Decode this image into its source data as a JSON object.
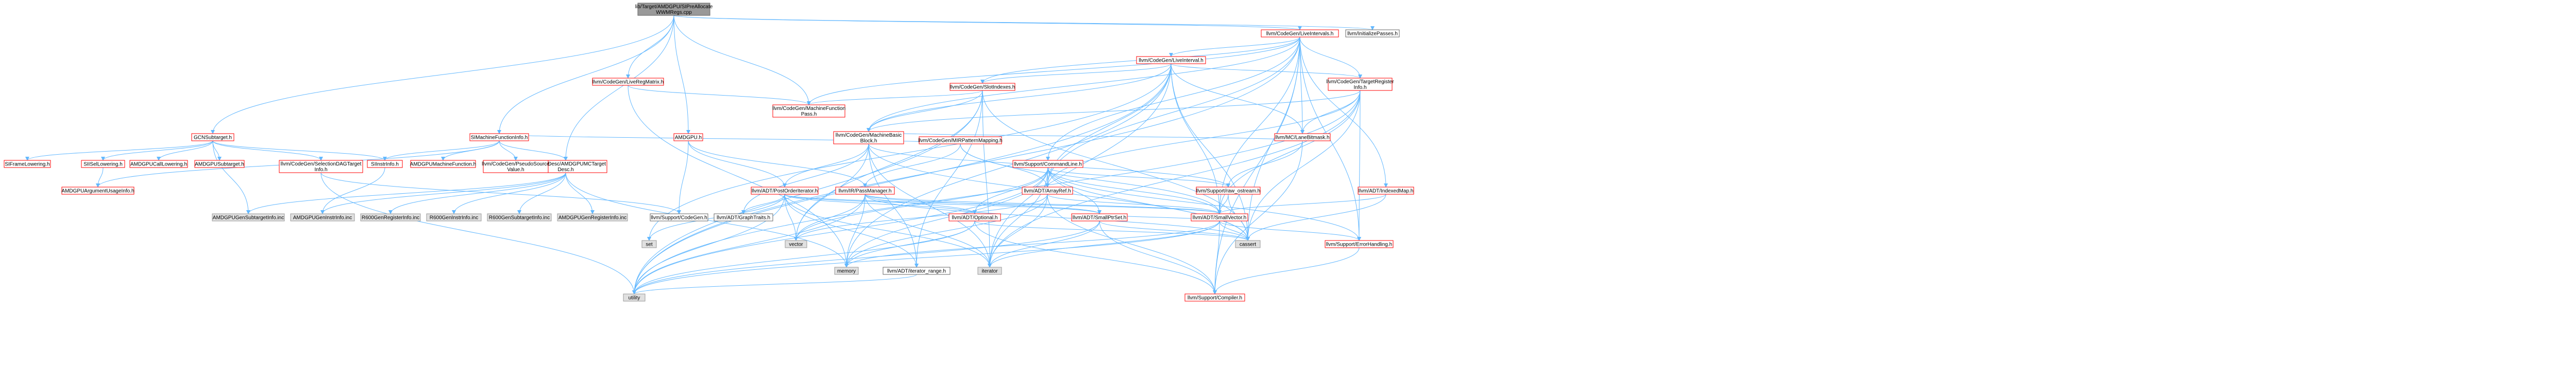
{
  "colors": {
    "root_fill": "#999999",
    "root_stroke": "#666666",
    "normal_fill": "#ffffff",
    "normal_stroke": "#ff0000",
    "leaf_fill": "#e0e0e0",
    "leaf_stroke": "#999999",
    "plain_fill": "#ffffff",
    "plain_stroke": "#666666",
    "text": "#000000",
    "edge": "#63b8ff"
  },
  "nodes": [
    {
      "id": "root",
      "lines": [
        "lib/Target/AMDGPU/SIPreAllocate",
        "WWMRegs.cpp"
      ],
      "kind": "root"
    },
    {
      "id": "gcn",
      "lines": [
        "GCNSubtarget.h"
      ],
      "kind": "normal"
    },
    {
      "id": "simfi",
      "lines": [
        "SIMachineFunctionInfo.h"
      ],
      "kind": "normal"
    },
    {
      "id": "amdgpuh",
      "lines": [
        "AMDGPU.h"
      ],
      "kind": "normal"
    },
    {
      "id": "mctd",
      "lines": [
        "MCTargetDesc/AMDGPUMCTarget",
        "Desc.h"
      ],
      "kind": "normal"
    },
    {
      "id": "lrm",
      "lines": [
        "llvm/CodeGen/LiveRegMatrix.h"
      ],
      "kind": "normal"
    },
    {
      "id": "lis",
      "lines": [
        "llvm/CodeGen/LiveIntervals.h"
      ],
      "kind": "normal"
    },
    {
      "id": "initpasses",
      "lines": [
        "llvm/InitializePasses.h"
      ],
      "kind": "plain"
    },
    {
      "id": "sifl",
      "lines": [
        "SIFrameLowering.h"
      ],
      "kind": "normal"
    },
    {
      "id": "sisl",
      "lines": [
        "SIISelLowering.h"
      ],
      "kind": "normal"
    },
    {
      "id": "amdcl",
      "lines": [
        "AMDGPUCallLowering.h"
      ],
      "kind": "normal"
    },
    {
      "id": "amdst",
      "lines": [
        "AMDGPUSubtarget.h"
      ],
      "kind": "normal"
    },
    {
      "id": "cgsdag",
      "lines": [
        "llvm/CodeGen/SelectionDAGTarget",
        "Info.h"
      ],
      "kind": "normal"
    },
    {
      "id": "siinstr",
      "lines": [
        "SIInstrInfo.h"
      ],
      "kind": "normal"
    },
    {
      "id": "amdmfi",
      "lines": [
        "AMDGPUMachineFunction.h"
      ],
      "kind": "normal"
    },
    {
      "id": "cgpsv",
      "lines": [
        "llvm/CodeGen/PseudoSource",
        "Value.h"
      ],
      "kind": "normal"
    },
    {
      "id": "amdaui",
      "lines": [
        "AMDGPUArgumentUsageInfo.h"
      ],
      "kind": "normal"
    },
    {
      "id": "gensub",
      "lines": [
        "AMDGPUGenSubtargetInfo.inc"
      ],
      "kind": "leaf"
    },
    {
      "id": "geninstr",
      "lines": [
        "AMDGPUGenInstrInfo.inc"
      ],
      "kind": "leaf"
    },
    {
      "id": "r6reg",
      "lines": [
        "R600GenRegisterInfo.inc"
      ],
      "kind": "leaf"
    },
    {
      "id": "r6instr",
      "lines": [
        "R600GenInstrInfo.inc"
      ],
      "kind": "leaf"
    },
    {
      "id": "r6sub",
      "lines": [
        "R600GenSubtargetInfo.inc"
      ],
      "kind": "leaf"
    },
    {
      "id": "genreg",
      "lines": [
        "AMDGPUGenRegisterInfo.inc"
      ],
      "kind": "leaf"
    },
    {
      "id": "supcg",
      "lines": [
        "llvm/Support/CodeGen.h"
      ],
      "kind": "plain"
    },
    {
      "id": "mfpass",
      "lines": [
        "llvm/CodeGen/MachineFunction",
        "Pass.h"
      ],
      "kind": "normal"
    },
    {
      "id": "li",
      "lines": [
        "llvm/CodeGen/LiveInterval.h"
      ],
      "kind": "normal"
    },
    {
      "id": "slot",
      "lines": [
        "llvm/CodeGen/SlotIndexes.h"
      ],
      "kind": "normal"
    },
    {
      "id": "mbb",
      "lines": [
        "llvm/CodeGen/MachineBasic",
        "Block.h"
      ],
      "kind": "normal"
    },
    {
      "id": "tri",
      "lines": [
        "llvm/CodeGen/TargetRegister",
        "Info.h"
      ],
      "kind": "normal"
    },
    {
      "id": "cmdline",
      "lines": [
        "llvm/Support/CommandLine.h"
      ],
      "kind": "normal"
    },
    {
      "id": "mirpm",
      "lines": [
        "llvm/CodeGen/MIRPatternMapping.h"
      ],
      "kind": "normal"
    },
    {
      "id": "lanebm",
      "lines": [
        "llvm/MC/LaneBitmask.h"
      ],
      "kind": "normal"
    },
    {
      "id": "idxmap",
      "lines": [
        "llvm/ADT/IndexedMap.h"
      ],
      "kind": "normal"
    },
    {
      "id": "poi",
      "lines": [
        "llvm/ADT/PostOrderIterator.h"
      ],
      "kind": "normal"
    },
    {
      "id": "pm",
      "lines": [
        "llvm/IR/PassManager.h"
      ],
      "kind": "normal"
    },
    {
      "id": "arrref",
      "lines": [
        "llvm/ADT/ArrayRef.h"
      ],
      "kind": "normal"
    },
    {
      "id": "rawos",
      "lines": [
        "llvm/Support/raw_ostream.h"
      ],
      "kind": "normal"
    },
    {
      "id": "gtraits",
      "lines": [
        "llvm/ADT/GraphTraits.h"
      ],
      "kind": "plain"
    },
    {
      "id": "opt",
      "lines": [
        "llvm/ADT/Optional.h"
      ],
      "kind": "normal"
    },
    {
      "id": "sps",
      "lines": [
        "llvm/ADT/SmallPtrSet.h"
      ],
      "kind": "normal"
    },
    {
      "id": "sv",
      "lines": [
        "llvm/ADT/SmallVector.h"
      ],
      "kind": "normal"
    },
    {
      "id": "errh",
      "lines": [
        "llvm/Support/ErrorHandling.h"
      ],
      "kind": "normal"
    },
    {
      "id": "set",
      "lines": [
        "set"
      ],
      "kind": "leaf"
    },
    {
      "id": "vector",
      "lines": [
        "vector"
      ],
      "kind": "leaf"
    },
    {
      "id": "memory",
      "lines": [
        "memory"
      ],
      "kind": "leaf"
    },
    {
      "id": "itrange",
      "lines": [
        "llvm/ADT/iterator_range.h"
      ],
      "kind": "plain"
    },
    {
      "id": "iterator",
      "lines": [
        "iterator"
      ],
      "kind": "leaf"
    },
    {
      "id": "cassert",
      "lines": [
        "cassert"
      ],
      "kind": "leaf"
    },
    {
      "id": "utility",
      "lines": [
        "utility"
      ],
      "kind": "leaf"
    },
    {
      "id": "compiler",
      "lines": [
        "llvm/Support/Compiler.h"
      ],
      "kind": "normal"
    }
  ],
  "edges": [
    [
      "root",
      "gcn"
    ],
    [
      "root",
      "simfi"
    ],
    [
      "root",
      "amdgpuh"
    ],
    [
      "root",
      "mctd"
    ],
    [
      "root",
      "lrm"
    ],
    [
      "root",
      "lis"
    ],
    [
      "root",
      "initpasses"
    ],
    [
      "root",
      "mfpass"
    ],
    [
      "gcn",
      "sifl"
    ],
    [
      "gcn",
      "sisl"
    ],
    [
      "gcn",
      "amdcl"
    ],
    [
      "gcn",
      "amdst"
    ],
    [
      "gcn",
      "cgsdag"
    ],
    [
      "gcn",
      "siinstr"
    ],
    [
      "gcn",
      "gensub"
    ],
    [
      "simfi",
      "amdmfi"
    ],
    [
      "simfi",
      "cgpsv"
    ],
    [
      "simfi",
      "siinstr"
    ],
    [
      "simfi",
      "mctd"
    ],
    [
      "simfi",
      "amdaui"
    ],
    [
      "simfi",
      "mirpm"
    ],
    [
      "sisl",
      "amdaui"
    ],
    [
      "cgsdag",
      "supcg"
    ],
    [
      "cgsdag",
      "utility"
    ],
    [
      "siinstr",
      "geninstr"
    ],
    [
      "mctd",
      "geninstr"
    ],
    [
      "mctd",
      "r6reg"
    ],
    [
      "mctd",
      "r6instr"
    ],
    [
      "mctd",
      "r6sub"
    ],
    [
      "mctd",
      "genreg"
    ],
    [
      "mctd",
      "gensub"
    ],
    [
      "mctd",
      "memory"
    ],
    [
      "amdgpuh",
      "supcg"
    ],
    [
      "amdgpuh",
      "poi"
    ],
    [
      "amdgpuh",
      "pm"
    ],
    [
      "lrm",
      "mfpass"
    ],
    [
      "lrm",
      "memory"
    ],
    [
      "lis",
      "li"
    ],
    [
      "lis",
      "slot"
    ],
    [
      "lis",
      "tri"
    ],
    [
      "lis",
      "mfpass"
    ],
    [
      "lis",
      "lanebm"
    ],
    [
      "lis",
      "cmdline"
    ],
    [
      "lis",
      "idxmap"
    ],
    [
      "lis",
      "arrref"
    ],
    [
      "lis",
      "sv"
    ],
    [
      "lis",
      "errh"
    ],
    [
      "lis",
      "compiler"
    ],
    [
      "lis",
      "cassert"
    ],
    [
      "lis",
      "mbb"
    ],
    [
      "lis",
      "utility"
    ],
    [
      "li",
      "slot"
    ],
    [
      "li",
      "mbb"
    ],
    [
      "li",
      "tri"
    ],
    [
      "li",
      "lanebm"
    ],
    [
      "li",
      "sv"
    ],
    [
      "li",
      "arrref"
    ],
    [
      "li",
      "iterator"
    ],
    [
      "li",
      "memory"
    ],
    [
      "li",
      "utility"
    ],
    [
      "li",
      "set"
    ],
    [
      "li",
      "cassert"
    ],
    [
      "slot",
      "mfpass"
    ],
    [
      "slot",
      "mbb"
    ],
    [
      "slot",
      "iterator"
    ],
    [
      "slot",
      "vector"
    ],
    [
      "slot",
      "cassert"
    ],
    [
      "slot",
      "utility"
    ],
    [
      "slot",
      "itrange"
    ],
    [
      "mbb",
      "poi"
    ],
    [
      "mbb",
      "lanebm"
    ],
    [
      "mbb",
      "gtraits"
    ],
    [
      "mbb",
      "rawos"
    ],
    [
      "mbb",
      "itrange"
    ],
    [
      "mbb",
      "iterator"
    ],
    [
      "mbb",
      "vector"
    ],
    [
      "mbb",
      "cassert"
    ],
    [
      "tri",
      "lanebm"
    ],
    [
      "tri",
      "sv"
    ],
    [
      "tri",
      "arrref"
    ],
    [
      "tri",
      "errh"
    ],
    [
      "tri",
      "mbb"
    ],
    [
      "tri",
      "cassert"
    ],
    [
      "tri",
      "utility"
    ],
    [
      "tri",
      "iterator"
    ],
    [
      "cmdline",
      "arrref"
    ],
    [
      "cmdline",
      "sv"
    ],
    [
      "cmdline",
      "rawos"
    ],
    [
      "cmdline",
      "sps"
    ],
    [
      "cmdline",
      "errh"
    ],
    [
      "cmdline",
      "opt"
    ],
    [
      "cmdline",
      "iterator"
    ],
    [
      "cmdline",
      "vector"
    ],
    [
      "cmdline",
      "memory"
    ],
    [
      "cmdline",
      "utility"
    ],
    [
      "cmdline",
      "cassert"
    ],
    [
      "mirpm",
      "pm"
    ],
    [
      "mirpm",
      "arrref"
    ],
    [
      "mirpm",
      "sv"
    ],
    [
      "lanebm",
      "rawos"
    ],
    [
      "lanebm",
      "compiler"
    ],
    [
      "idxmap",
      "sv"
    ],
    [
      "idxmap",
      "cassert"
    ],
    [
      "poi",
      "gtraits"
    ],
    [
      "poi",
      "itrange"
    ],
    [
      "poi",
      "opt"
    ],
    [
      "poi",
      "sps"
    ],
    [
      "poi",
      "sv"
    ],
    [
      "poi",
      "iterator"
    ],
    [
      "poi",
      "set"
    ],
    [
      "poi",
      "utility"
    ],
    [
      "poi",
      "vector"
    ],
    [
      "pm",
      "opt"
    ],
    [
      "pm",
      "sps"
    ],
    [
      "pm",
      "sv"
    ],
    [
      "pm",
      "vector"
    ],
    [
      "pm",
      "memory"
    ],
    [
      "pm",
      "iterator"
    ],
    [
      "pm",
      "utility"
    ],
    [
      "pm",
      "cassert"
    ],
    [
      "arrref",
      "sv"
    ],
    [
      "arrref",
      "iterator"
    ],
    [
      "arrref",
      "memory"
    ],
    [
      "arrref",
      "vector"
    ],
    [
      "arrref",
      "compiler"
    ],
    [
      "rawos",
      "sv"
    ],
    [
      "rawos",
      "cassert"
    ],
    [
      "opt",
      "compiler"
    ],
    [
      "opt",
      "memory"
    ],
    [
      "opt",
      "utility"
    ],
    [
      "opt",
      "cassert"
    ],
    [
      "sps",
      "sv"
    ],
    [
      "sps",
      "compiler"
    ],
    [
      "sps",
      "iterator"
    ],
    [
      "sps",
      "utility"
    ],
    [
      "sps",
      "cassert"
    ],
    [
      "sv",
      "compiler"
    ],
    [
      "sv",
      "errh"
    ],
    [
      "sv",
      "iterator"
    ],
    [
      "sv",
      "memory"
    ],
    [
      "sv",
      "utility"
    ],
    [
      "sv",
      "cassert"
    ],
    [
      "errh",
      "compiler"
    ],
    [
      "itrange",
      "utility"
    ]
  ]
}
